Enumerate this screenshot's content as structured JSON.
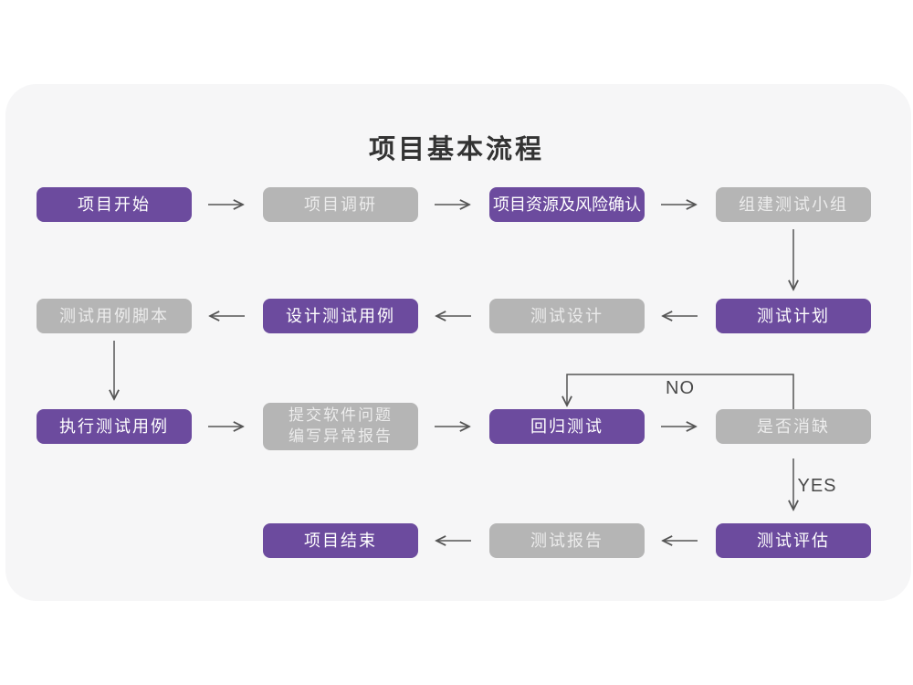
{
  "title": "项目基本流程",
  "colors": {
    "purple": "#6C4B9E",
    "gray": "#B5B5B5",
    "card_bg": "#F6F6F7",
    "arrow": "#555555"
  },
  "flow_labels": {
    "no": "NO",
    "yes": "YES"
  },
  "nodes": {
    "project_start": {
      "label": "项目开始",
      "style": "purple"
    },
    "project_research": {
      "label": "项目调研",
      "style": "gray"
    },
    "resource_risk_confirm": {
      "label": "项目资源及风险确认",
      "style": "purple"
    },
    "build_test_team": {
      "label": "组建测试小组",
      "style": "gray"
    },
    "test_plan": {
      "label": "测试计划",
      "style": "purple"
    },
    "test_design": {
      "label": "测试设计",
      "style": "gray"
    },
    "design_test_cases": {
      "label": "设计测试用例",
      "style": "purple"
    },
    "test_case_script": {
      "label": "测试用例脚本",
      "style": "gray"
    },
    "execute_test_cases": {
      "label": "执行测试用例",
      "style": "purple"
    },
    "submit_issue_report": {
      "line1": "提交软件问题",
      "line2": "编写异常报告",
      "style": "gray"
    },
    "regression_test": {
      "label": "回归测试",
      "style": "purple"
    },
    "defect_resolved": {
      "label": "是否消缺",
      "style": "gray"
    },
    "test_evaluation": {
      "label": "测试评估",
      "style": "purple"
    },
    "test_report": {
      "label": "测试报告",
      "style": "gray"
    },
    "project_end": {
      "label": "项目结束",
      "style": "purple"
    }
  }
}
